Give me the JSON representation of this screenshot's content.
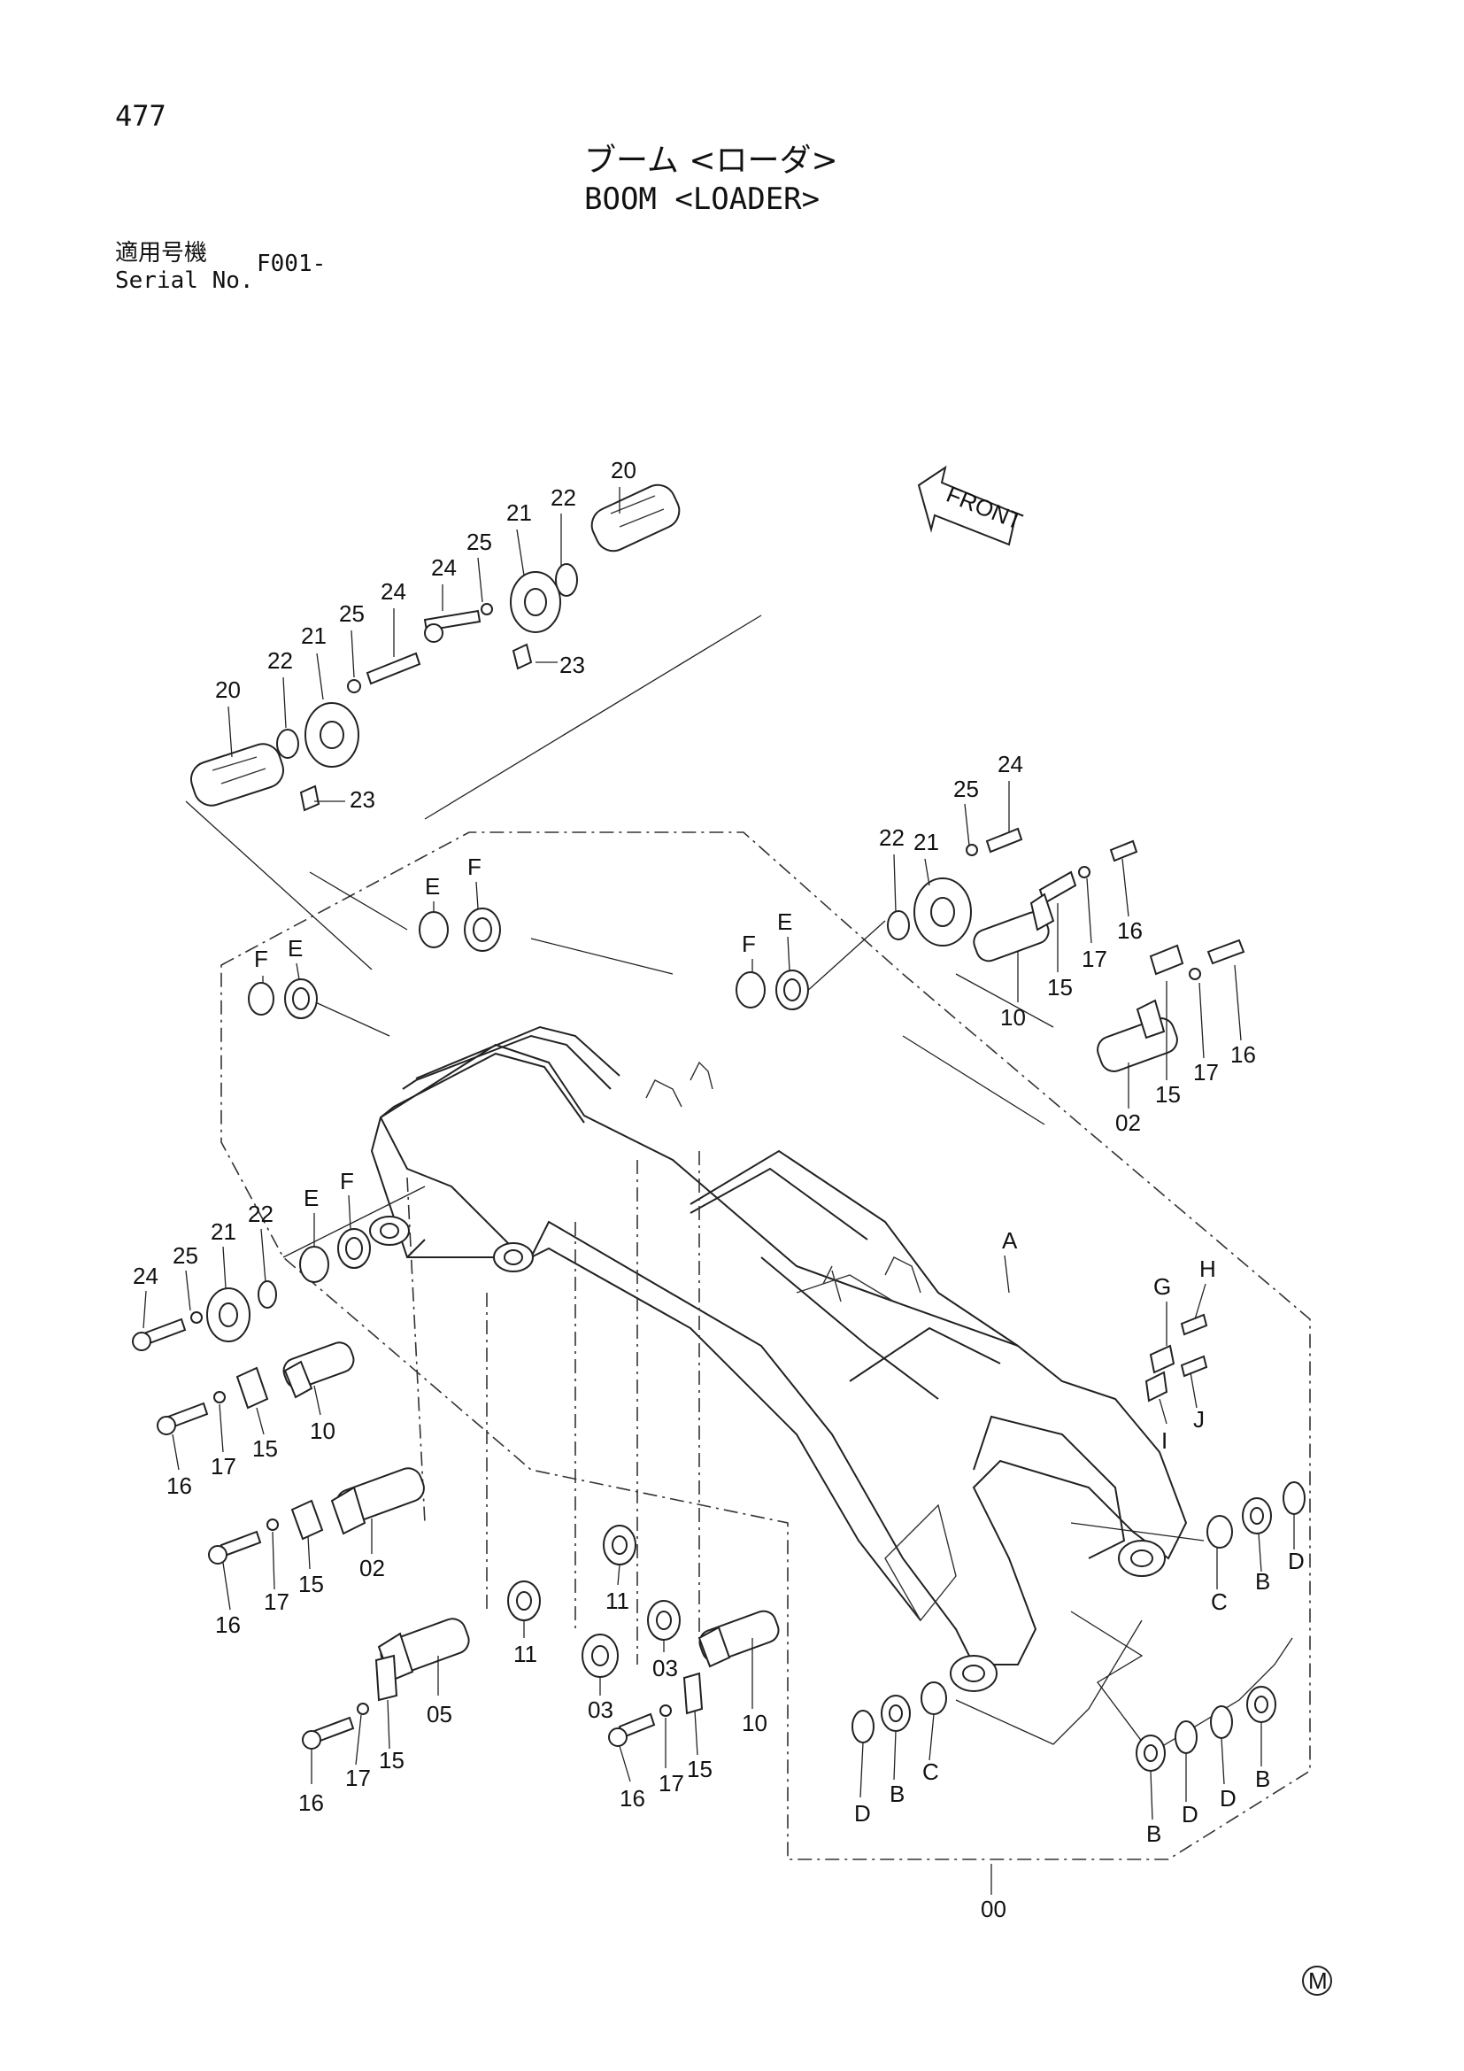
{
  "header": {
    "page_number": "477",
    "title_jp": "ブーム <ローダ>",
    "title_en": "BOOM <LOADER>",
    "serial_label_jp": "適用号機",
    "serial_label_en": "Serial No.",
    "serial_value": "F001-"
  },
  "front_arrow_label": "FRONT",
  "marker_symbol": "M",
  "callouts": {
    "c20a": "20",
    "c22a": "22",
    "c21a": "21",
    "c25a": "25",
    "c24a": "24",
    "c23a": "23",
    "c20b": "20",
    "c22b": "22",
    "c21b": "21",
    "c25b": "25",
    "c24b": "24",
    "c23b": "23",
    "c21c": "21",
    "c25c": "25",
    "c24c": "24",
    "c22c": "22",
    "c16a": "16",
    "c17a": "17",
    "c15a": "15",
    "c10a": "10",
    "c16b": "16",
    "c17b": "17",
    "c15b": "15",
    "c02a": "02",
    "cEa": "E",
    "cFa": "F",
    "cFb": "F",
    "cEb": "E",
    "cFc": "F",
    "cEc": "E",
    "cEd": "E",
    "cFd": "F",
    "c24d": "24",
    "c25d": "25",
    "c21d": "21",
    "c22d": "22",
    "c16c": "16",
    "c17c": "17",
    "c15c": "15",
    "c10b": "10",
    "c16d": "16",
    "c17d": "17",
    "c15d": "15",
    "c02b": "02",
    "c11a": "11",
    "c11b": "11",
    "c03a": "03",
    "c03b": "03",
    "c05": "05",
    "c10c": "10",
    "c16e": "16",
    "c17e": "17",
    "c15e": "15",
    "c16f": "16",
    "c17f": "17",
    "c15f": "15",
    "cA": "A",
    "cG": "G",
    "cH": "H",
    "cI": "I",
    "cJ": "J",
    "cC1": "C",
    "cB1": "B",
    "cD1": "D",
    "cD2": "D",
    "cB2": "B",
    "cC2": "C",
    "cB3": "B",
    "cD3": "D",
    "cD4": "D",
    "cB4": "B",
    "c00": "00"
  }
}
